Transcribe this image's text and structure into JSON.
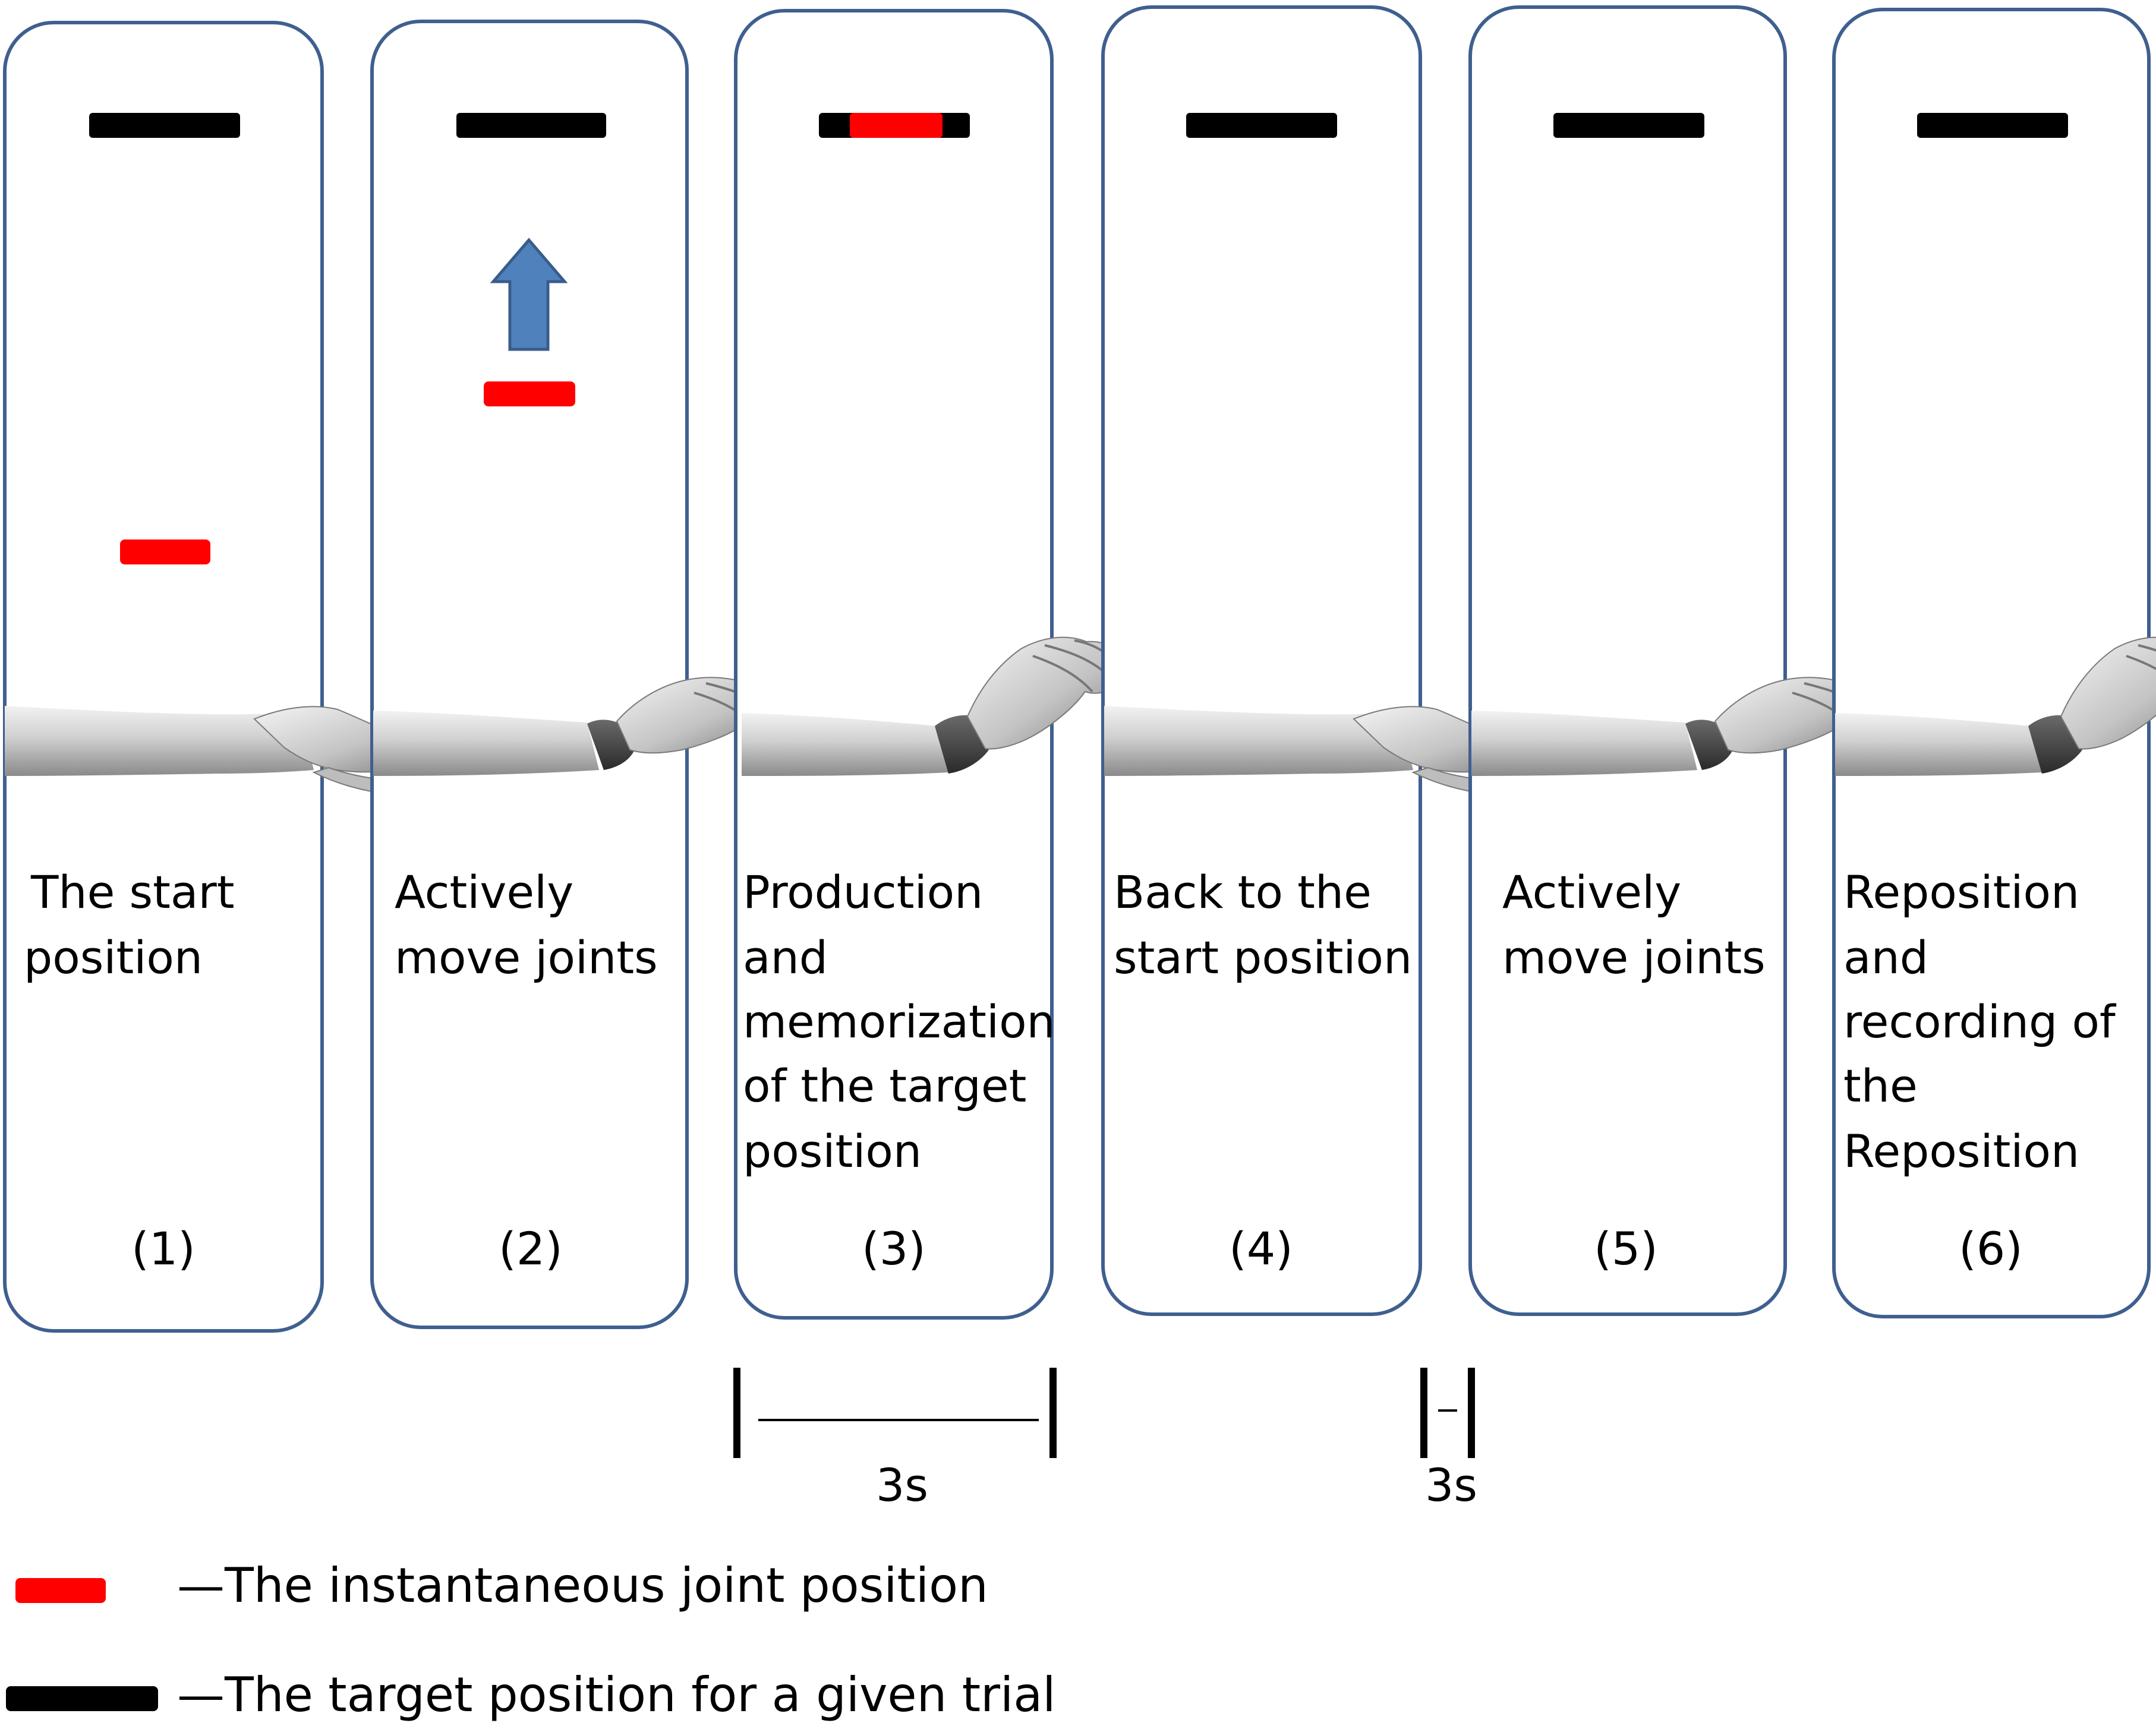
{
  "colors": {
    "panel_border": "#3f5f8f",
    "target_bar": "#000000",
    "joint_marker": "#ff0000",
    "arrow_fill": "#4f81bd",
    "arrow_stroke": "#385d8a",
    "skin": "#cfcfcf"
  },
  "panels": [
    {
      "lines": [
        "The start",
        "position"
      ],
      "step": "(1)",
      "wrist": "neutral"
    },
    {
      "lines": [
        "Actively",
        "move joints"
      ],
      "step": "(2)",
      "wrist": "flexed",
      "arrow_icon": "up-arrow-icon"
    },
    {
      "lines": [
        "Production",
        "and",
        "memorization",
        "of the target",
        "position"
      ],
      "step": "(3)",
      "wrist": "raised"
    },
    {
      "lines": [
        "Back to the",
        "start position"
      ],
      "step": "(4)",
      "wrist": "neutral"
    },
    {
      "lines": [
        "Actively",
        "move joints"
      ],
      "step": "(5)",
      "wrist": "flexed"
    },
    {
      "lines": [
        "Reposition",
        "and",
        "recording of",
        "the",
        "Reposition"
      ],
      "step": "(6)",
      "wrist": "raised"
    }
  ],
  "timings": [
    {
      "label": "3s"
    },
    {
      "label": "3s"
    }
  ],
  "legend": {
    "joint": "—The instantaneous joint position",
    "target": "—The target position for a given trial"
  }
}
